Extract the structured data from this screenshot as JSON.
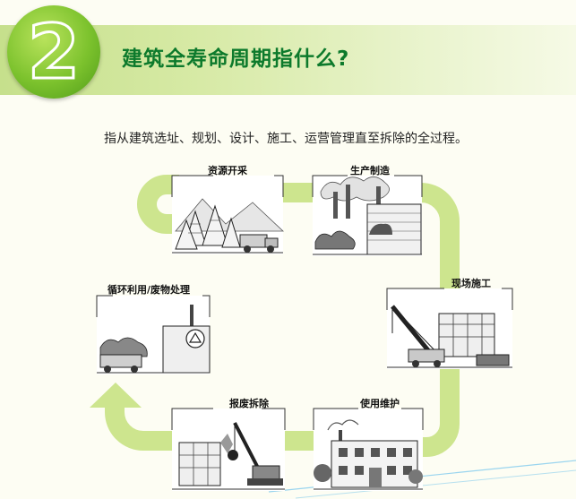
{
  "badge": {
    "number": "2"
  },
  "title": "建筑全寿命周期指什么?",
  "subtitle": "指从建筑选址、规划、设计、施工、运营管理直至拆除的全过程。",
  "stages": [
    {
      "id": "resource",
      "label": "资源开采"
    },
    {
      "id": "manufacture",
      "label": "生产制造"
    },
    {
      "id": "construction",
      "label": "现场施工"
    },
    {
      "id": "maintenance",
      "label": "使用维护"
    },
    {
      "id": "demolition",
      "label": "报废拆除"
    },
    {
      "id": "recycle",
      "label": "循环利用/废物处理"
    }
  ],
  "colors": {
    "loop": "#cde58e",
    "banner": "#c6e08c",
    "badge": "#7cc22d",
    "title": "#0d7a2c",
    "deco_line": "#6fc3ec"
  }
}
